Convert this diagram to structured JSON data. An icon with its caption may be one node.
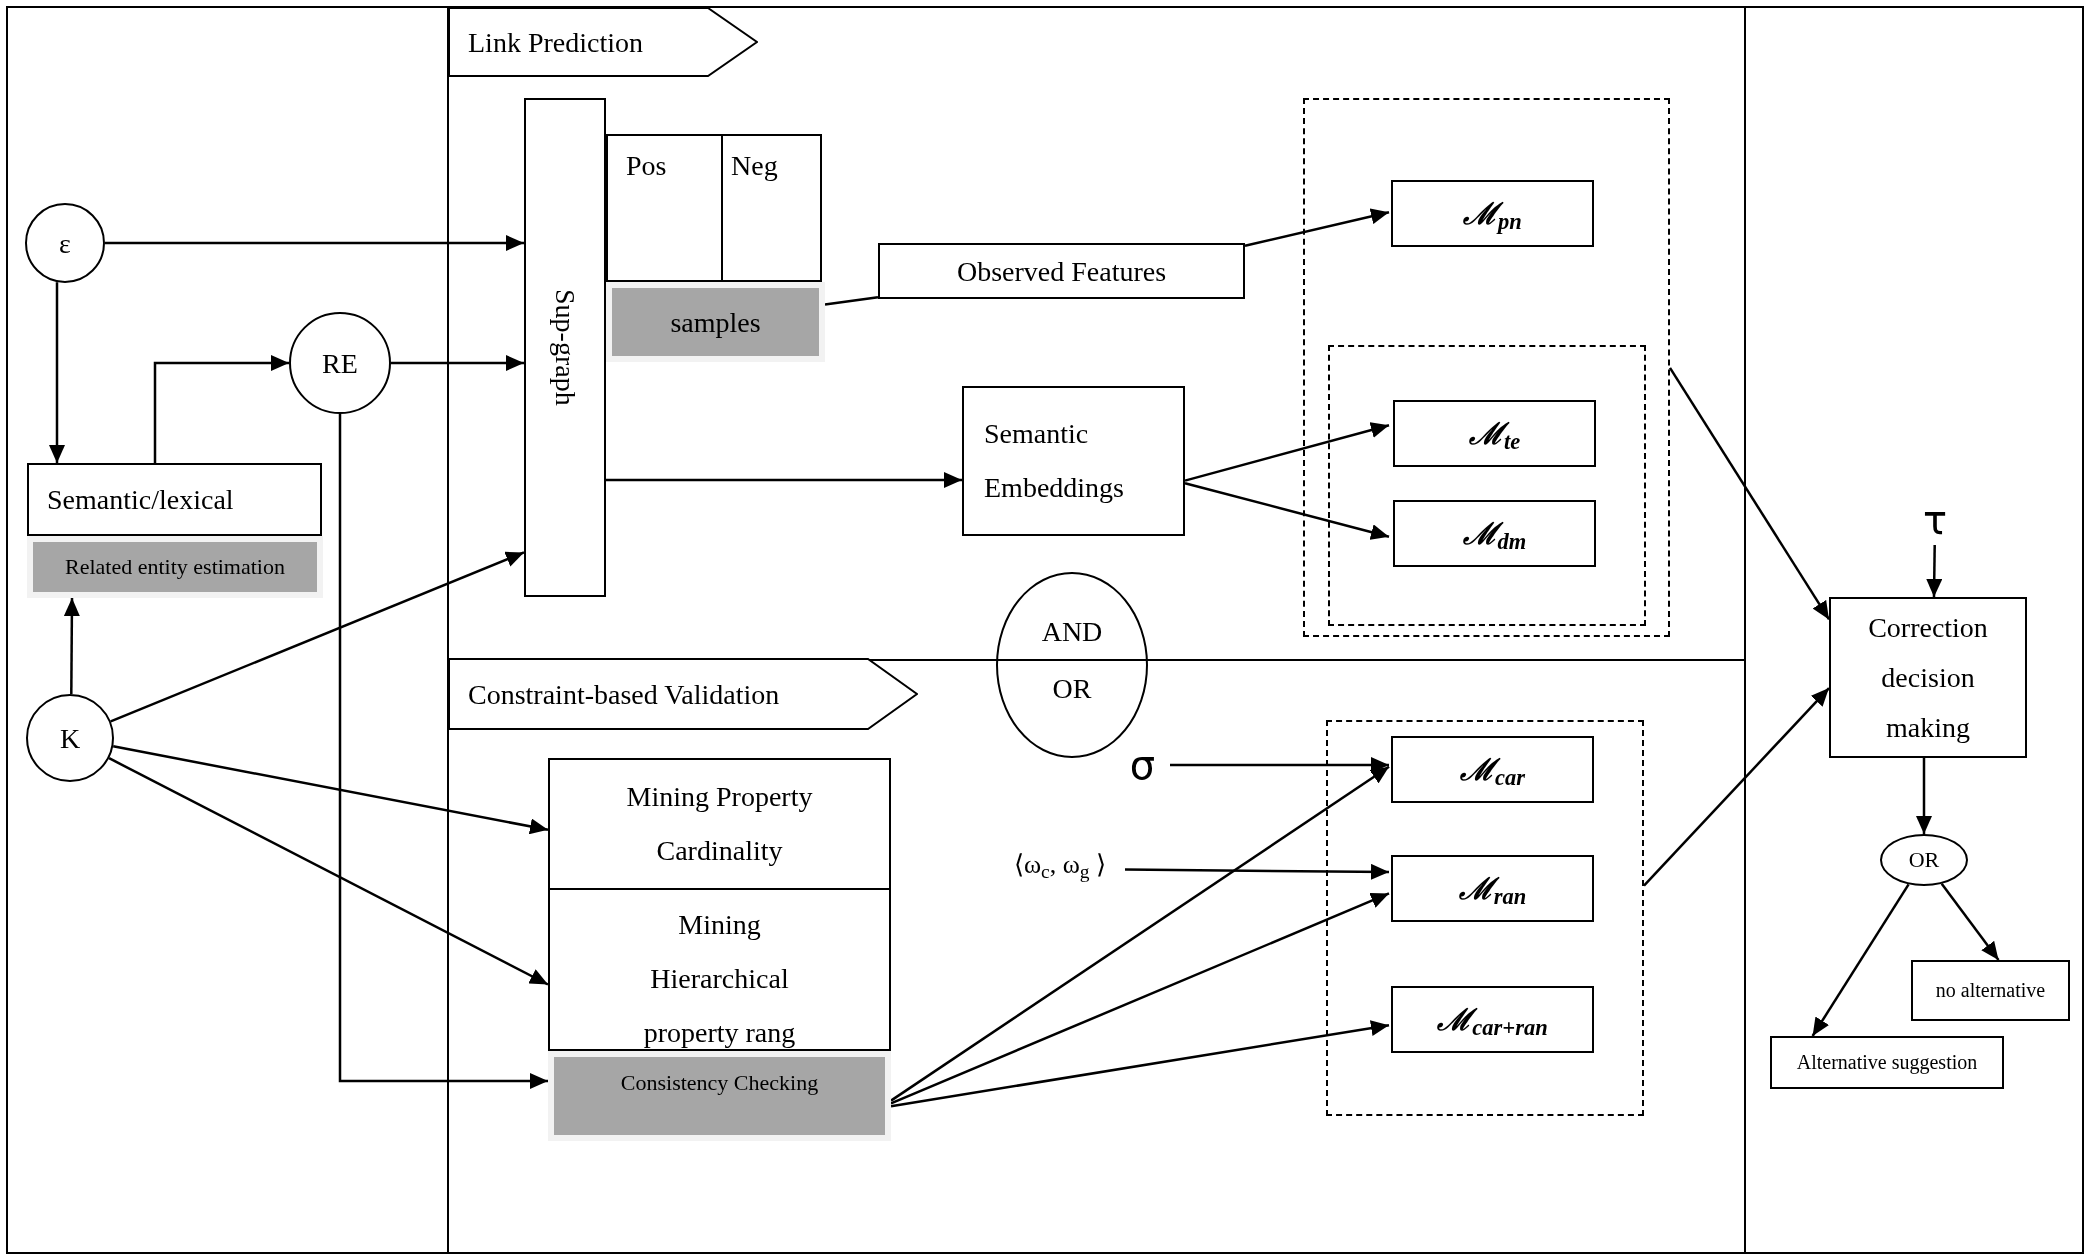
{
  "diagram": {
    "nodes": [
      {
        "text": [
          "Link Prediction"
        ]
      },
      {
        "text": [
          "Constraint-based Validation"
        ]
      },
      {
        "text": [
          "ε"
        ]
      },
      {
        "text": [
          "RE"
        ]
      },
      {
        "text": [
          "Semantic/lexical"
        ]
      },
      {
        "text": [
          "Related entity estimation"
        ]
      },
      {
        "text": [
          "K"
        ]
      },
      {
        "text": [
          "Sup-graph"
        ]
      },
      {
        "text": [
          "Pos"
        ]
      },
      {
        "text": [
          "Neg"
        ]
      },
      {
        "text": [
          "samples"
        ]
      },
      {
        "text": [
          "Observed Features"
        ]
      },
      {
        "text": [
          "Semantic Embeddings"
        ]
      },
      {
        "text": [],
        "shape": "box"
      },
      {
        "text": [
          "ℳ$_{pn}$"
        ],
        "in": 13
      },
      {
        "text": [],
        "shape": "box",
        "in": 13
      },
      {
        "text": [
          "ℳ$_{te}$"
        ],
        "in": 15
      },
      {
        "text": [
          "ℳ$_{dm}$"
        ],
        "in": 15
      },
      {
        "text": [
          "AND",
          "OR"
        ]
      },
      {
        "text": [
          "σ"
        ]
      },
      {
        "text": [
          "⟨ω$_{c}$, ω$_{g}$ ⟩"
        ]
      },
      {
        "text": [
          "Mining Property Cardinality"
        ]
      },
      {
        "text": [
          "Mining Hierarchical property rang"
        ]
      },
      {
        "text": [
          "Consistency Checking"
        ]
      },
      {
        "text": [],
        "shape": "box"
      },
      {
        "text": [
          "ℳ$_{car}$"
        ],
        "in": 24
      },
      {
        "text": [
          "ℳ$_{ran}$"
        ],
        "in": 24
      },
      {
        "text": [
          "ℳ$_{car+ran}$"
        ],
        "in": 24
      },
      {
        "text": [
          "τ"
        ]
      },
      {
        "text": [
          "Correction decision making"
        ]
      },
      {
        "text": [
          "OR"
        ]
      },
      {
        "text": [
          "no alternative"
        ]
      },
      {
        "text": [
          "Alternative suggestion"
        ]
      }
    ],
    "edges": [
      {
        "from": 2,
        "to": 7,
        "arrow": "to"
      },
      {
        "from": 2,
        "to": 4,
        "arrow": "to"
      },
      {
        "from": 4,
        "to": 3,
        "arrow": "to"
      },
      {
        "from": 3,
        "to": 7,
        "arrow": "to"
      },
      {
        "from": 6,
        "to": 5,
        "arrow": "to"
      },
      {
        "from": 6,
        "to": 7,
        "arrow": "to"
      },
      {
        "from": 6,
        "to": 21,
        "arrow": "to"
      },
      {
        "from": 6,
        "to": 22,
        "arrow": "to"
      },
      {
        "from": 3,
        "to": 23,
        "arrow": "to"
      },
      {
        "from": 7,
        "to": 12,
        "arrow": "to"
      },
      {
        "from": 10,
        "to": 11,
        "arrow": "none"
      },
      {
        "from": 11,
        "to": 14,
        "arrow": "to"
      },
      {
        "from": 12,
        "to": 16,
        "arrow": "to"
      },
      {
        "from": 12,
        "to": 17,
        "arrow": "to"
      },
      {
        "from": 13,
        "to": 29,
        "arrow": "to"
      },
      {
        "from": 24,
        "to": 29,
        "arrow": "to"
      },
      {
        "from": 19,
        "to": 25,
        "arrow": "to"
      },
      {
        "from": 20,
        "to": 26,
        "arrow": "to"
      },
      {
        "from": 23,
        "to": 25,
        "arrow": "to"
      },
      {
        "from": 23,
        "to": 26,
        "arrow": "to"
      },
      {
        "from": 23,
        "to": 27,
        "arrow": "to"
      },
      {
        "from": 28,
        "to": 29,
        "arrow": "to"
      },
      {
        "from": 29,
        "to": 30,
        "arrow": "to"
      },
      {
        "from": 30,
        "to": 31,
        "arrow": "to"
      },
      {
        "from": 30,
        "to": 32,
        "arrow": "to"
      }
    ]
  }
}
